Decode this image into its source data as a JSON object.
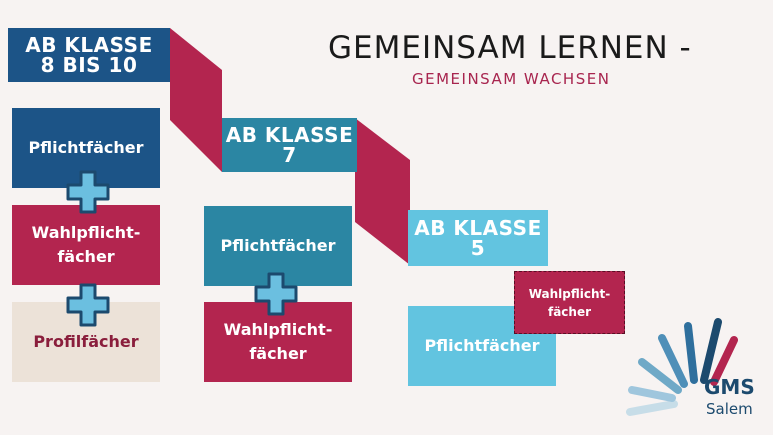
{
  "title": {
    "main": "GEMEINSAM LERNEN -",
    "sub": "GEMEINSAM WACHSEN"
  },
  "stages": [
    {
      "heading_line1": "AB KLASSE",
      "heading_line2": "8 BIS 10",
      "subjects": [
        "Pflichtfächer",
        "Wahlpflicht-",
        "fächer",
        "Profilfächer"
      ]
    },
    {
      "heading_line1": "AB KLASSE",
      "heading_line2": "7",
      "subjects": [
        "Pflichtfächer",
        "Wahlpflicht-",
        "fächer"
      ]
    },
    {
      "heading_line1": "AB KLASSE",
      "heading_line2": "5",
      "subjects": [
        "Wahlpflicht-",
        "fächer",
        "Pflichtfächer"
      ]
    }
  ],
  "logo": {
    "name": "GMS",
    "sub": "Salem"
  },
  "colors": {
    "background": "#f7f3f2",
    "dark_blue": "#1c5487",
    "teal": "#2b86a3",
    "light_blue": "#62c4e0",
    "crimson": "#b3254f",
    "beige": "#ece2d8",
    "profil_text": "#8a1e3c",
    "plus_fill": "#6bbfe0",
    "plus_stroke": "#1c4a6e"
  }
}
